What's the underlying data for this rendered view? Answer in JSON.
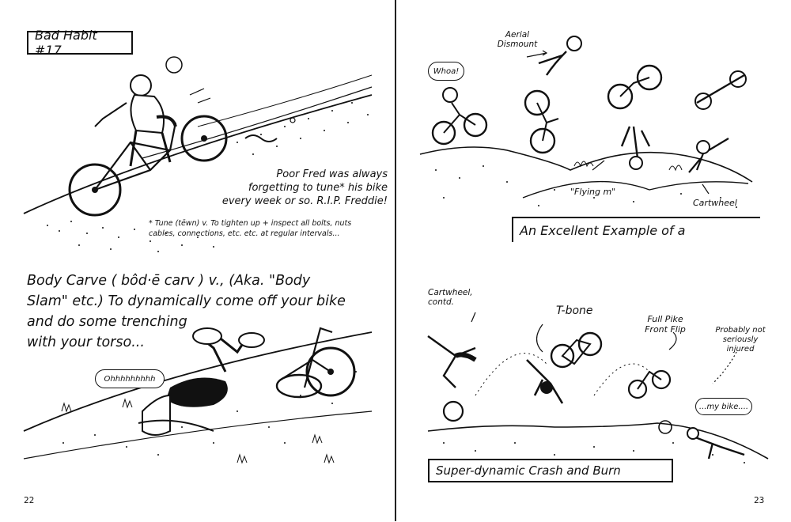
{
  "left_page": {
    "page_number": "22",
    "top_panel": {
      "title": "Bad Habit #17",
      "caption_lines": [
        "Poor Fred was always",
        "forgetting to tune* his bike",
        "every week or so. R.I.P. Freddie!"
      ],
      "footnote_lines": [
        "* Tune (tēwn) v. To tighten up + inspect all bolts, nuts",
        "cables, connections, etc. etc. at regular intervals..."
      ]
    },
    "bottom_panel": {
      "definition_lines": [
        "Body Carve ( bôd·ē carv ) v., (Aka. \"Body",
        "Slam\" etc.) To dynamically come off your bike",
        "and do some trenching",
        "with your torso..."
      ],
      "speech": "Ohhhhhhhhh"
    }
  },
  "right_page": {
    "page_number": "23",
    "top_panel": {
      "speech": "Whoa!",
      "labels": {
        "aerial": "Aerial Dismount",
        "flying": "\"Flying m\"",
        "cartwheel": "Cartwheel"
      },
      "caption": "An Excellent Example of a"
    },
    "bottom_panel": {
      "labels": {
        "cartwheel_contd": "Cartwheel, contd.",
        "tbone": "T-bone",
        "fullpike": "Full Pike Front Flip",
        "probably": "Probably not seriously injured"
      },
      "speech": "...my bike....",
      "caption": "Super-dynamic Crash and Burn"
    }
  }
}
